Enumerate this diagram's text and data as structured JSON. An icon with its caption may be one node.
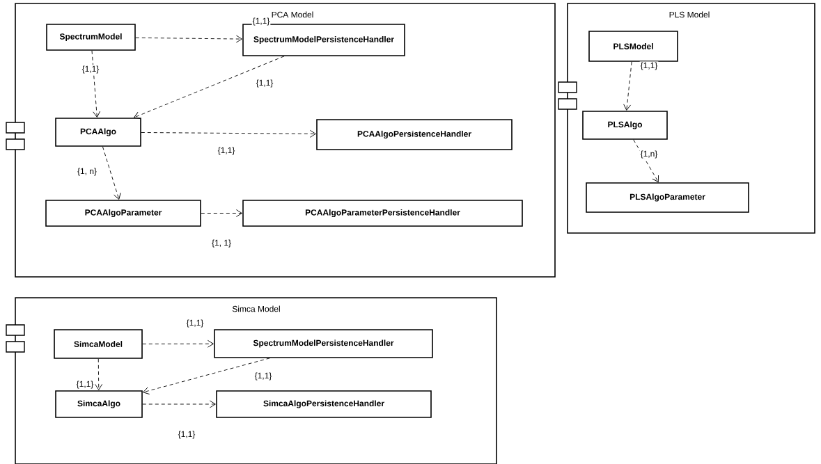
{
  "diagram": {
    "nodes": [
      {
        "text": [
          "PCA Model"
        ]
      },
      {
        "text": [
          "SpectrumModel"
        ],
        "in": 0
      },
      {
        "text": [
          "SpectrumModelPersistenceHandler"
        ],
        "in": 0
      },
      {
        "text": [
          "PCAAlgo"
        ],
        "in": 0
      },
      {
        "text": [
          "PCAAlgoPersistenceHandler"
        ],
        "in": 0
      },
      {
        "text": [
          "PCAAlgoParameter"
        ],
        "in": 0
      },
      {
        "text": [
          "PCAAlgoParameterPersistenceHandler"
        ],
        "in": 0
      },
      {
        "text": [
          "PLS Model"
        ]
      },
      {
        "text": [
          "PLSModel"
        ],
        "in": 7
      },
      {
        "text": [
          "PLSAlgo"
        ],
        "in": 7
      },
      {
        "text": [
          "PLSAlgoParameter"
        ],
        "in": 7
      },
      {
        "text": [
          "Simca Model"
        ]
      },
      {
        "text": [
          "SimcaModel"
        ],
        "in": 11
      },
      {
        "text": [
          "SpectrumModelPersistenceHandler"
        ],
        "in": 11
      },
      {
        "text": [
          "SimcaAlgo"
        ],
        "in": 11
      },
      {
        "text": [
          "SimcaAlgoPersistenceHandler"
        ],
        "in": 11
      }
    ],
    "edges": [
      {
        "from": 1,
        "to": 2,
        "arrow": "to",
        "label": "{1,1}"
      },
      {
        "from": 1,
        "to": 3,
        "arrow": "to",
        "label": "{1,1}"
      },
      {
        "from": 2,
        "to": 3,
        "arrow": "to",
        "label": "{1,1}"
      },
      {
        "from": 3,
        "to": 4,
        "arrow": "to",
        "label": "{1,1}"
      },
      {
        "from": 3,
        "to": 5,
        "arrow": "to",
        "label": "{1, n}"
      },
      {
        "from": 5,
        "to": 6,
        "arrow": "to",
        "label": "{1, 1}"
      },
      {
        "from": 8,
        "to": 9,
        "arrow": "to",
        "label": "{1,1}"
      },
      {
        "from": 9,
        "to": 10,
        "arrow": "to",
        "label": "{1,n}"
      },
      {
        "from": 12,
        "to": 13,
        "arrow": "to",
        "label": "{1,1}"
      },
      {
        "from": 12,
        "to": 14,
        "arrow": "to",
        "label": "{1,1}"
      },
      {
        "from": 13,
        "to": 14,
        "arrow": "to",
        "label": "{1,1}"
      },
      {
        "from": 14,
        "to": 15,
        "arrow": "to",
        "label": "{1,1}"
      }
    ]
  }
}
